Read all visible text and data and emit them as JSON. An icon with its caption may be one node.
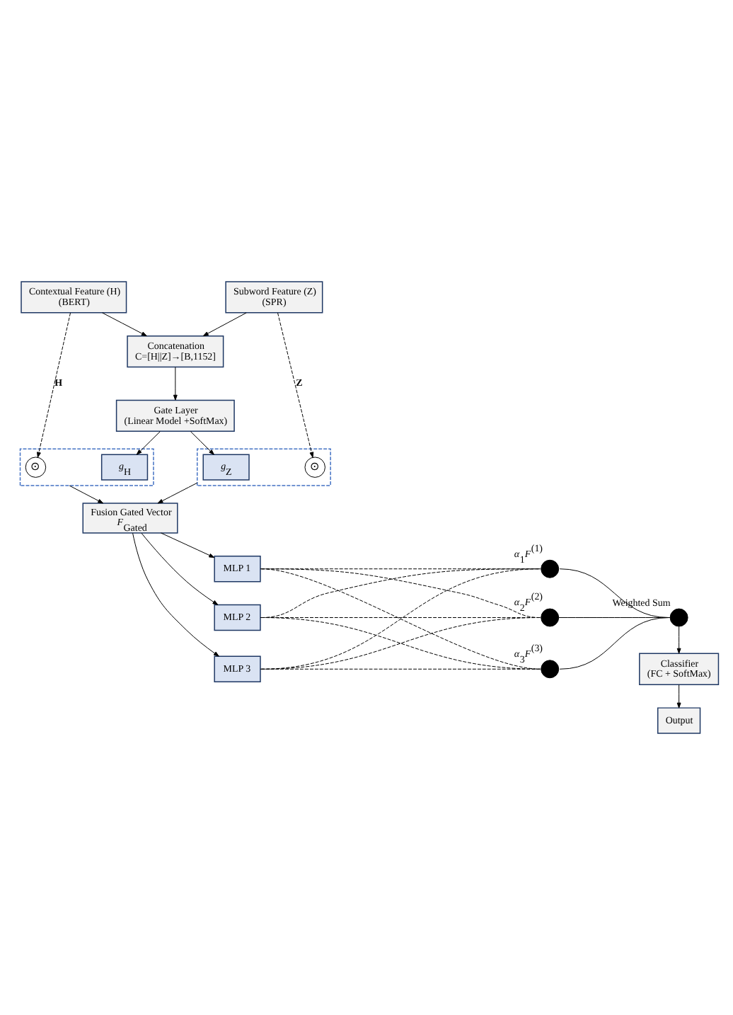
{
  "diagram": {
    "nodes": [
      {
        "text": [
          "Contextual Feature (H)",
          "(BERT)"
        ]
      },
      {
        "text": [
          "Subword Feature (Z)",
          "(SPR)"
        ]
      },
      {
        "text": [
          "Concatenation",
          "C=[H||Z]→[B,1152]"
        ]
      },
      {
        "text": [
          "Gate Layer",
          "(Linear Model +SoftMax)"
        ]
      },
      {
        "text": [],
        "shape": "box"
      },
      {
        "text": [
          "⊙"
        ],
        "in": 4
      },
      {
        "text": [
          "*g*$_{H}$"
        ],
        "in": 4
      },
      {
        "text": [],
        "shape": "box"
      },
      {
        "text": [
          "*g*$_{Z}$"
        ],
        "in": 7
      },
      {
        "text": [
          "⊙"
        ],
        "in": 7
      },
      {
        "text": [
          "Fusion Gated Vector",
          "*F*$_{Gated}$"
        ]
      },
      {
        "text": [
          "MLP 1"
        ]
      },
      {
        "text": [
          "MLP 2"
        ]
      },
      {
        "text": [
          "MLP 3"
        ]
      },
      {
        "text": [],
        "shape": "circle",
        "beside": [
          "*α*$_{1}$*F*$^{(1)}$"
        ]
      },
      {
        "text": [],
        "shape": "circle",
        "beside": [
          "*α*$_{2}$*F*$^{(2)}$"
        ]
      },
      {
        "text": [],
        "shape": "circle",
        "beside": [
          "*α*$_{3}$*F*$^{(3)}$"
        ]
      },
      {
        "text": [],
        "shape": "circle",
        "beside": [
          "Weighted Sum"
        ]
      },
      {
        "text": [
          "Classifier",
          "(FC + SoftMax)"
        ]
      },
      {
        "text": [
          "Output"
        ]
      }
    ],
    "edges": [
      {
        "from": 0,
        "to": 2,
        "arrow": "to"
      },
      {
        "from": 1,
        "to": 2,
        "arrow": "to"
      },
      {
        "from": 0,
        "to": 5,
        "arrow": "to",
        "style": "dashed",
        "label": "**H**"
      },
      {
        "from": 1,
        "to": 9,
        "arrow": "to",
        "style": "dashed",
        "label": "**Z**"
      },
      {
        "from": 2,
        "to": 3,
        "arrow": "to"
      },
      {
        "from": 3,
        "to": 6,
        "arrow": "to"
      },
      {
        "from": 3,
        "to": 8,
        "arrow": "to"
      },
      {
        "from": 4,
        "to": 10,
        "arrow": "to"
      },
      {
        "from": 7,
        "to": 10,
        "arrow": "to"
      },
      {
        "from": 10,
        "to": 11,
        "arrow": "to"
      },
      {
        "from": 10,
        "to": 12,
        "arrow": "to"
      },
      {
        "from": 10,
        "to": 13,
        "arrow": "to"
      },
      {
        "from": 11,
        "to": 14,
        "arrow": "none",
        "style": "dashed"
      },
      {
        "from": 11,
        "to": 15,
        "arrow": "none",
        "style": "dashed"
      },
      {
        "from": 11,
        "to": 16,
        "arrow": "none",
        "style": "dashed"
      },
      {
        "from": 12,
        "to": 14,
        "arrow": "none",
        "style": "dashed"
      },
      {
        "from": 12,
        "to": 15,
        "arrow": "none",
        "style": "dashed"
      },
      {
        "from": 12,
        "to": 16,
        "arrow": "none",
        "style": "dashed"
      },
      {
        "from": 13,
        "to": 14,
        "arrow": "none",
        "style": "dashed"
      },
      {
        "from": 13,
        "to": 15,
        "arrow": "none",
        "style": "dashed"
      },
      {
        "from": 13,
        "to": 16,
        "arrow": "none",
        "style": "dashed"
      },
      {
        "from": 14,
        "to": 17,
        "arrow": "none"
      },
      {
        "from": 15,
        "to": 17,
        "arrow": "none"
      },
      {
        "from": 16,
        "to": 17,
        "arrow": "none"
      },
      {
        "from": 17,
        "to": 18,
        "arrow": "to"
      },
      {
        "from": 18,
        "to": 19,
        "arrow": "to"
      }
    ]
  }
}
